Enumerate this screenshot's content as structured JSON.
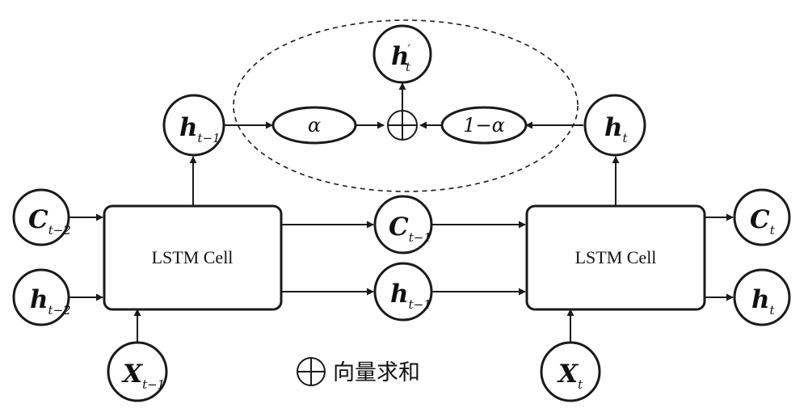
{
  "cells": [
    {
      "id": "cell-left",
      "label": "LSTM Cell"
    },
    {
      "id": "cell-right",
      "label": "LSTM Cell"
    }
  ],
  "nodes": {
    "c_t_minus_2": {
      "main": "C",
      "sub": "t−2"
    },
    "h_t_minus_2": {
      "main": "h",
      "sub": "t−2"
    },
    "x_t_minus_1": {
      "main": "X",
      "sub": "t−1"
    },
    "h_t_minus_1_top": {
      "main": "h",
      "sub": "t−1"
    },
    "c_t_minus_1": {
      "main": "C",
      "sub": "t−1"
    },
    "h_t_minus_1_mid": {
      "main": "h",
      "sub": "t−1"
    },
    "h_prime_t": {
      "main": "h",
      "prime": "′",
      "sub": "t"
    },
    "h_t_top": {
      "main": "h",
      "sub": "t"
    },
    "x_t": {
      "main": "X",
      "sub": "t"
    },
    "c_t": {
      "main": "C",
      "sub": "t"
    },
    "h_t_out": {
      "main": "h",
      "sub": "t"
    }
  },
  "weights": {
    "alpha": "α",
    "one_minus_alpha": "1−α"
  },
  "legend": {
    "symbol": "vector-sum-icon",
    "text": "向量求和"
  }
}
